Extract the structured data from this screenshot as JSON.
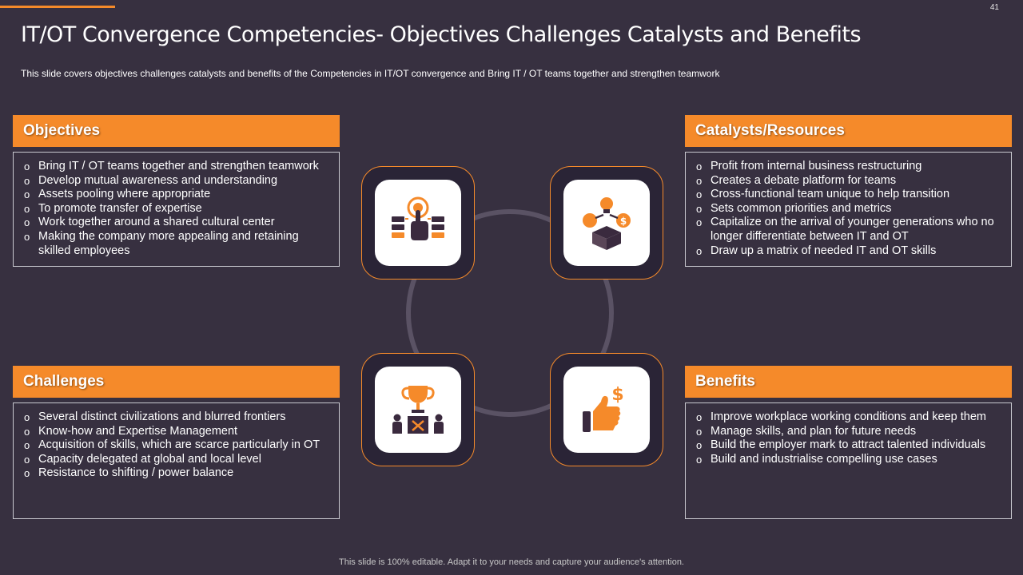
{
  "page_number": "41",
  "title": "IT/OT Convergence Competencies- Objectives Challenges Catalysts and Benefits",
  "subtitle": "This slide covers objectives challenges catalysts and benefits of the Competencies in IT/OT  convergence  and Bring IT / OT teams together and strengthen teamwork",
  "bullet_marker": "o",
  "sections": {
    "objectives": {
      "heading": "Objectives",
      "items": [
        "Bring IT / OT teams together and strengthen teamwork",
        "Develop mutual awareness and understanding",
        "Assets pooling where appropriate",
        "To promote transfer of expertise",
        "Work together around a shared cultural center",
        "Making the company more appealing and retaining skilled employees"
      ]
    },
    "catalysts": {
      "heading": "Catalysts/Resources",
      "items": [
        "Profit from internal business restructuring",
        "Creates a debate platform for teams",
        "Cross-functional team unique to help transition",
        "Sets common priorities and metrics",
        "Capitalize on the arrival of younger generations who no longer differentiate between IT and OT",
        "Draw up a matrix of needed IT and OT skills"
      ]
    },
    "challenges": {
      "heading": "Challenges",
      "items": [
        "Several distinct civilizations and blurred frontiers",
        "Know-how and Expertise Management",
        "Acquisition of skills, which are scarce particularly in OT",
        "Capacity delegated at global and local level",
        "Resistance to shifting / power balance"
      ]
    },
    "benefits": {
      "heading": "Benefits",
      "items": [
        "Improve workplace working conditions and keep them",
        "Manage skills, and plan for future needs",
        "Build the employer mark to attract talented individuals",
        "Build and industrialise compelling use cases"
      ]
    }
  },
  "icons": {
    "tile_1": "touch-servers-icon",
    "tile_2": "money-idea-box-icon",
    "tile_3": "trophy-team-icon",
    "tile_4": "thumbs-up-dollar-icon"
  },
  "colors": {
    "background": "#373040",
    "accent": "#f58a2a",
    "icon_dark": "#3a2a3e",
    "tile_bg": "#2a2436"
  },
  "footer": "This slide is 100% editable. Adapt it to your needs and capture your audience's attention."
}
